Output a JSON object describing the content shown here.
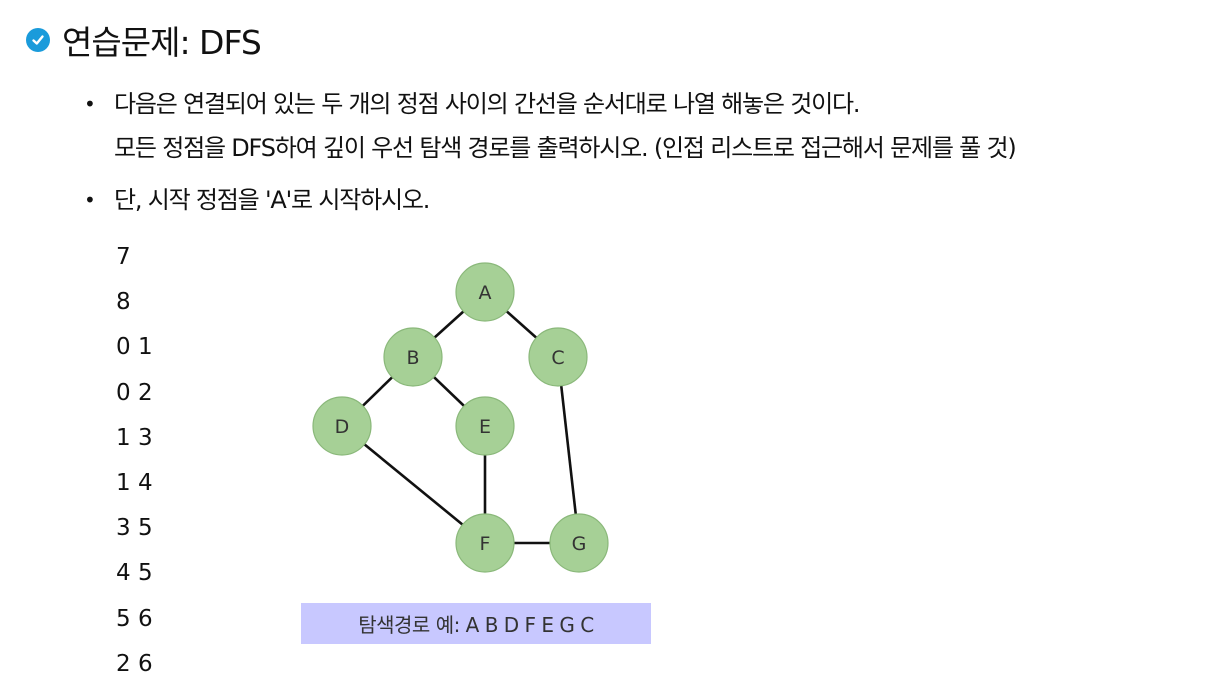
{
  "title": "연습문제: DFS",
  "bullets": [
    {
      "lines": [
        "다음은 연결되어 있는 두 개의 정점 사이의 간선을 순서대로 나열 해놓은 것이다.",
        "모든 정점을 DFS하여 깊이 우선 탐색 경로를 출력하시오. (인접 리스트로 접근해서 문제를 풀 것)"
      ]
    },
    {
      "lines": [
        "단, 시작 정점을 'A'로 시작하시오."
      ]
    }
  ],
  "bullet_glyph": "•",
  "input_lines": [
    "7",
    "8",
    "0 1",
    "0 2",
    "1 3",
    "1 4",
    "3 5",
    "4 5",
    "5 6",
    "2 6"
  ],
  "graph": {
    "nodes": [
      "A",
      "B",
      "C",
      "D",
      "E",
      "F",
      "G"
    ],
    "edges": [
      [
        "A",
        "B"
      ],
      [
        "A",
        "C"
      ],
      [
        "B",
        "D"
      ],
      [
        "B",
        "E"
      ],
      [
        "D",
        "F"
      ],
      [
        "E",
        "F"
      ],
      [
        "C",
        "G"
      ],
      [
        "F",
        "G"
      ]
    ]
  },
  "caption": "탐색경로 예: A B D F E G C",
  "colors": {
    "check": "#1a9bdb",
    "node_fill": "#a6d096",
    "node_stroke": "#8ab87a",
    "edge": "#111111",
    "caption_bg": "#c8c8ff"
  },
  "icons": {
    "title_marker": "check-circle-icon"
  }
}
